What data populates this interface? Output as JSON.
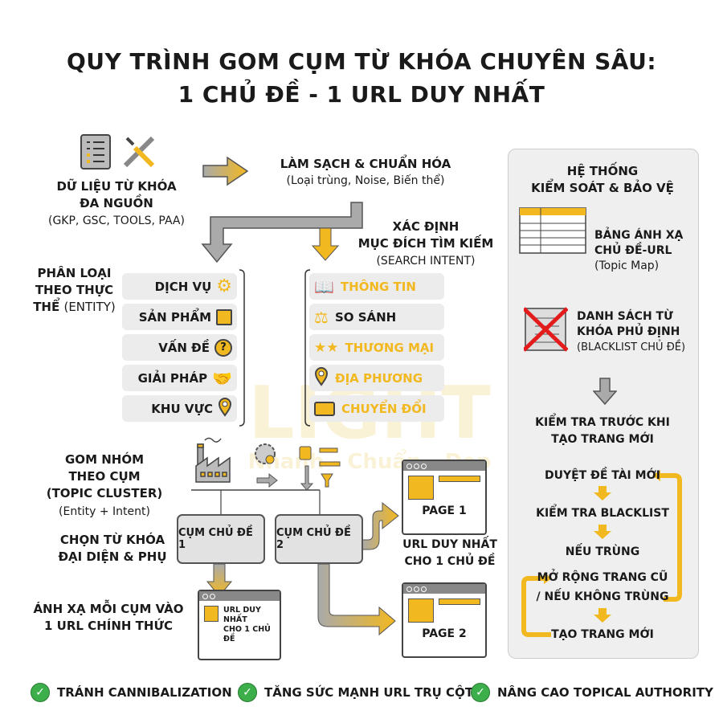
{
  "title": {
    "line1": "QUY TRÌNH GOM CỤM TỪ KHÓA CHUYÊN SÂU:",
    "line2": "1 CHỦ ĐỀ - 1 URL DUY NHẤT"
  },
  "watermark": {
    "logo": "LIGHT",
    "tagline": "Nhanh - Chuẩn - Đẹp"
  },
  "source": {
    "line1": "DỮ LIỆU TỪ KHÓA",
    "line2": "ĐA NGUỒN",
    "sub": "(GKP, GSC, TOOLS, PAA)"
  },
  "clean": {
    "title": "LÀM SẠCH & CHUẨN HÓA",
    "sub": "(Loại trùng, Noise, Biến thể)"
  },
  "intent": {
    "line1": "XÁC ĐỊNH",
    "line2": "MỤC ĐÍCH TÌM KIẾM",
    "sub": "(SEARCH INTENT)",
    "items": [
      {
        "label": "THÔNG TIN",
        "icon": "book-icon",
        "highlight": true
      },
      {
        "label": "SO SÁNH",
        "icon": "scale-icon",
        "highlight": false
      },
      {
        "label": "THƯƠNG MẠI",
        "icon": "stars-icon",
        "highlight": true
      },
      {
        "label": "ĐỊA PHƯƠNG",
        "icon": "location-pin-icon",
        "highlight": true
      },
      {
        "label": "CHUYỂN ĐỔI",
        "icon": "credit-card-icon",
        "highlight": true
      }
    ]
  },
  "entity": {
    "line1": "PHÂN LOẠI",
    "line2": "THEO THỰC",
    "line3a": "THỂ",
    "line3b": "(ENTITY)",
    "items": [
      {
        "label": "DỊCH VỤ",
        "icon": "gear-icon"
      },
      {
        "label": "SẢN PHẨM",
        "icon": "box-icon"
      },
      {
        "label": "VẤN ĐỀ",
        "icon": "question-icon"
      },
      {
        "label": "GIẢI PHÁP",
        "icon": "handshake-icon"
      },
      {
        "label": "KHU VỰC",
        "icon": "location-pin-icon"
      }
    ]
  },
  "cluster": {
    "line1": "GOM NHÓM",
    "line2": "THEO CỤM",
    "line3": "(TOPIC CLUSTER)",
    "sub": "(Entity + Intent)",
    "choose1": "CHỌN TỪ KHÓA",
    "choose2": "ĐẠI DIỆN & PHỤ",
    "map1": "ÁNH XẠ MỖI CỤM VÀO",
    "map2": "1 URL CHÍNH THỨC",
    "box1": "CỤM CHỦ ĐỀ 1",
    "box2": "CỤM CHỦ ĐỀ 2",
    "card_text1": "URL DUY NHẤT",
    "card_text2": "CHO 1 CHỦ ĐỀ",
    "page1": "PAGE 1",
    "page2": "PAGE 2",
    "unique1": "URL DUY NHẤT",
    "unique2": "CHO 1 CHỦ ĐỀ"
  },
  "panel": {
    "title1": "HỆ THỐNG",
    "title2": "KIỂM SOÁT & BẢO VỆ",
    "map1": "BẢNG ÁNH XẠ",
    "map2": "CHỦ ĐỀ-URL",
    "map3": "(Topic Map)",
    "bl1": "DANH SÁCH TỪ",
    "bl2": "KHÓA PHỦ ĐỊNH",
    "bl3": "(BLACKLIST CHỦ ĐỀ)",
    "check1": "KIỂM TRA TRƯỚC KHI",
    "check2": "TẠO TRANG MỚI",
    "steps": [
      "DUYỆT ĐỀ TÀI MỚI",
      "KIỂM TRA BLACKLIST",
      "NẾU TRÙNG",
      "MỞ RỘNG TRANG CŨ",
      "/ NẾU KHÔNG TRÙNG",
      "TẠO TRANG MỚI"
    ]
  },
  "benefits": [
    "TRÁNH CANNIBALIZATION",
    "TĂNG SỨC MẠNH URL TRỤ CỘT",
    "NÂNG CAO TOPICAL AUTHORITY"
  ],
  "colors": {
    "accent": "#f2b81f",
    "gray": "#9a9a9a",
    "check": "#3cae4a",
    "cross": "#e31b1b",
    "panel": "#efefef"
  }
}
